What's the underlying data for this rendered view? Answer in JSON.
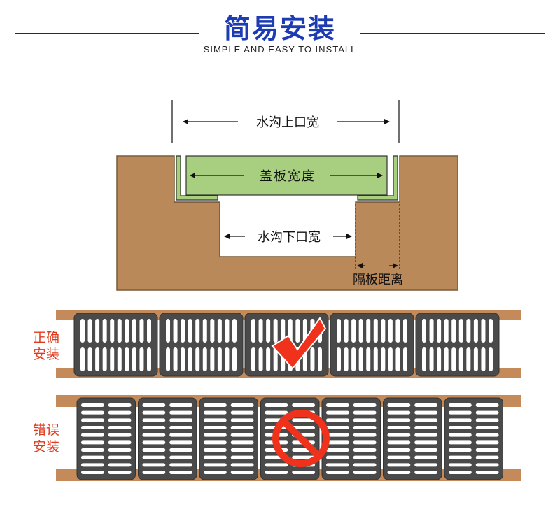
{
  "header": {
    "title": "简易安装",
    "subtitle": "SIMPLE AND EASY TO INSTALL"
  },
  "diagram": {
    "top_width_label": "水沟上口宽",
    "cover_width_label": "盖板宽度",
    "bottom_width_label": "水沟下口宽",
    "spacer_label": "隔板距离"
  },
  "correct": {
    "label_line1": "正确",
    "label_line2": "安装",
    "icon": "check-mark-icon"
  },
  "wrong": {
    "label_line1": "错误",
    "label_line2": "安装",
    "icon": "prohibited-icon"
  },
  "colors": {
    "title": "#1d3bb3",
    "soil": "#b9895a",
    "soil_outline": "#7a5a3a",
    "cover_green": "#a8cf7f",
    "grate": "#4a4a4a",
    "label_red": "#e03a1c",
    "check_red": "#f0321c",
    "prohibit_red": "#f0321c"
  }
}
